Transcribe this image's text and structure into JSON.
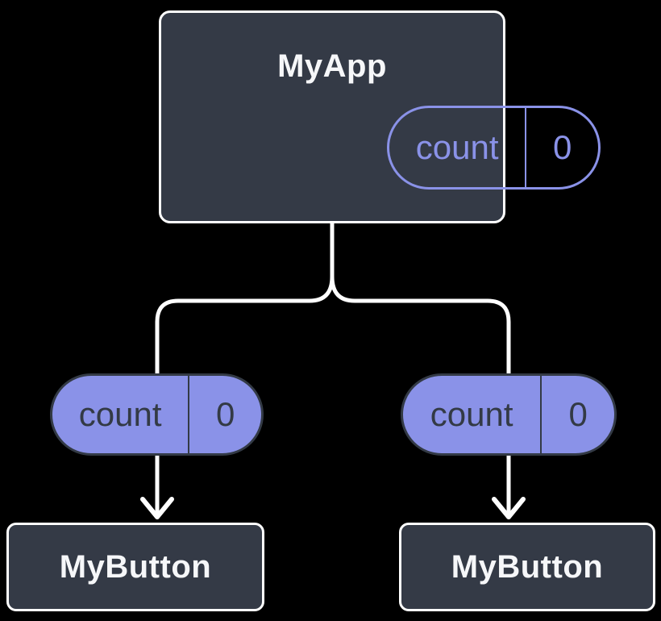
{
  "root": {
    "label": "MyApp",
    "state_pill": {
      "name": "count",
      "value": "0"
    }
  },
  "children": [
    {
      "label": "MyButton",
      "pill": {
        "name": "count",
        "value": "0"
      }
    },
    {
      "label": "MyButton",
      "pill": {
        "name": "count",
        "value": "0"
      }
    }
  ],
  "colors": {
    "background": "#000000",
    "node_fill": "#343a46",
    "node_border": "#ffffff",
    "accent_purple": "#8a92e8",
    "pill_dark_text": "#333a45",
    "connector_white": "#ffffff",
    "label_text": "#f6f7f9"
  }
}
